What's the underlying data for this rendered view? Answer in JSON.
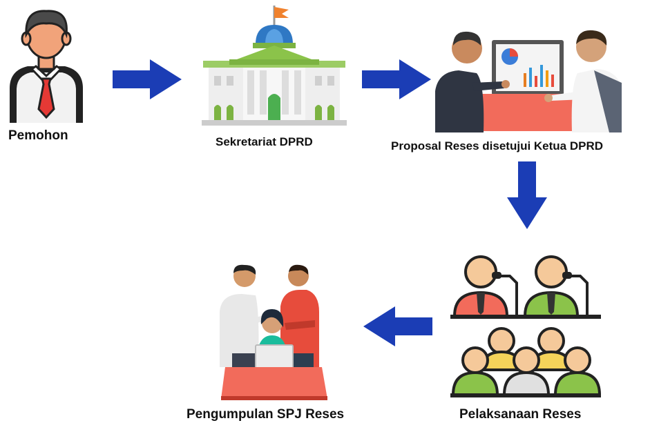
{
  "flow": {
    "steps": [
      {
        "id": "pemohon",
        "label": "Pemohon",
        "icon": "applicant-person-icon"
      },
      {
        "id": "sekretariat",
        "label": "Sekretariat DPRD",
        "icon": "government-building-icon"
      },
      {
        "id": "proposal",
        "label": "Proposal Reses disetujui Ketua DPRD",
        "icon": "meeting-presentation-icon"
      },
      {
        "id": "pelaksanaan",
        "label": "Pelaksanaan Reses",
        "icon": "audience-conference-icon"
      },
      {
        "id": "pengumpulan",
        "label": "Pengumpulan SPJ Reses",
        "icon": "team-laptop-icon"
      }
    ],
    "arrow_color": "#1b3db5"
  }
}
